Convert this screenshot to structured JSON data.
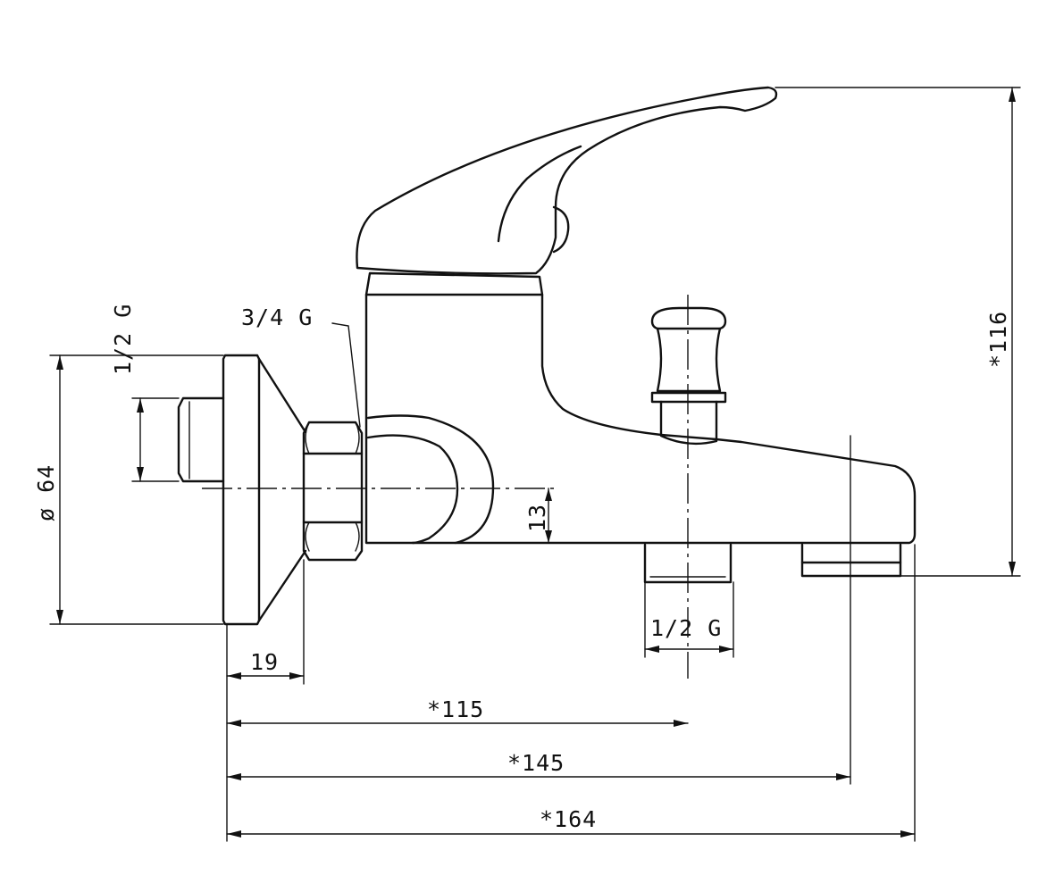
{
  "dimensions": {
    "thread_inlet": "1/2 G",
    "thread_nut": "3/4 G",
    "flange_diameter": "ø 64",
    "flange_width": "19",
    "axis_offset": "13",
    "height_total": "*116",
    "thread_outlet": "1/2 G",
    "len_to_outlet": "*115",
    "len_to_spout_body": "*145",
    "len_total": "*164"
  }
}
